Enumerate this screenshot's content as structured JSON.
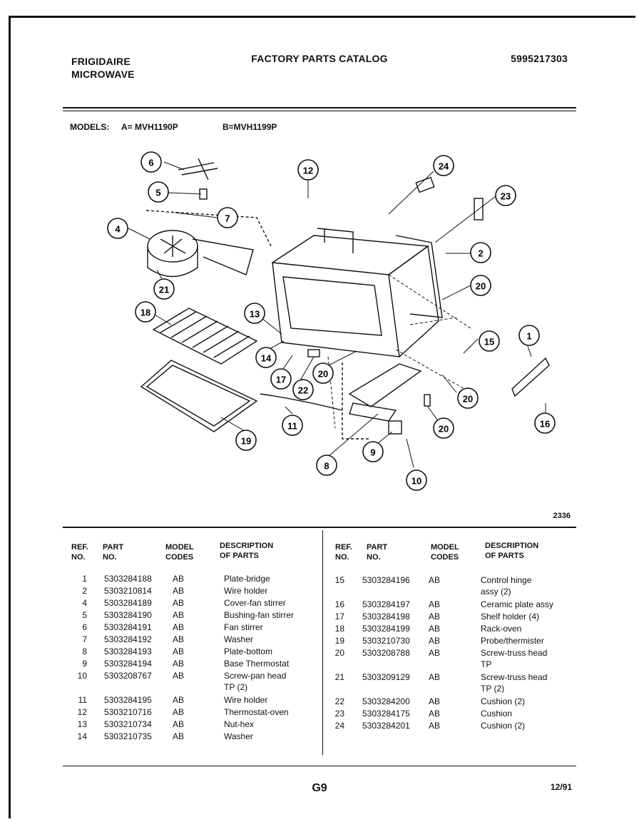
{
  "header": {
    "brand_line1": "FRIGIDAIRE",
    "brand_line2": "MICROWAVE",
    "title": "FACTORY PARTS CATALOG",
    "catalog_number": "5995217303"
  },
  "models": {
    "label": "MODELS:",
    "model_a": "A= MVH1190P",
    "model_b": "B=MVH1199P"
  },
  "diagram": {
    "figure_code": "2336",
    "callouts": [
      "6",
      "5",
      "7",
      "4",
      "21",
      "12",
      "24",
      "23",
      "2",
      "20",
      "18",
      "13",
      "14",
      "17",
      "22",
      "20",
      "15",
      "1",
      "20",
      "16",
      "19",
      "11",
      "20",
      "8",
      "9",
      "10"
    ]
  },
  "table": {
    "headers": {
      "ref": "REF.\nNO.",
      "part": "PART\nNO.",
      "model": "MODEL\nCODES",
      "desc": "DESCRIPTION\nOF PARTS"
    },
    "left_rows": [
      {
        "ref": "1",
        "part": "5303284188",
        "model": "AB",
        "desc": "Plate-bridge"
      },
      {
        "ref": "2",
        "part": "5303210814",
        "model": "AB",
        "desc": "Wire holder"
      },
      {
        "ref": "4",
        "part": "5303284189",
        "model": "AB",
        "desc": "Cover-fan stirrer"
      },
      {
        "ref": "5",
        "part": "5303284190",
        "model": "AB",
        "desc": "Bushing-fan stirrer"
      },
      {
        "ref": "6",
        "part": "5303284191",
        "model": "AB",
        "desc": "Fan stirrer"
      },
      {
        "ref": "7",
        "part": "5303284192",
        "model": "AB",
        "desc": "Washer"
      },
      {
        "ref": "8",
        "part": "5303284193",
        "model": "AB",
        "desc": "Plate-bottom"
      },
      {
        "ref": "9",
        "part": "5303284194",
        "model": "AB",
        "desc": "Base Thermostat"
      },
      {
        "ref": "10",
        "part": "5303208767",
        "model": "AB",
        "desc": "Screw-pan head",
        "desc2": "TP (2)"
      },
      {
        "ref": "11",
        "part": "5303284195",
        "model": "AB",
        "desc": "Wire holder"
      },
      {
        "ref": "12",
        "part": "5303210716",
        "model": "AB",
        "desc": "Thermostat-oven"
      },
      {
        "ref": "13",
        "part": "5303210734",
        "model": "AB",
        "desc": "Nut-hex"
      },
      {
        "ref": "14",
        "part": "5303210735",
        "model": "AB",
        "desc": "Washer"
      }
    ],
    "right_rows": [
      {
        "ref": "15",
        "part": "5303284196",
        "model": "AB",
        "desc": "Control hinge",
        "desc2": "assy (2)"
      },
      {
        "ref": "16",
        "part": "5303284197",
        "model": "AB",
        "desc": "Ceramic plate assy"
      },
      {
        "ref": "17",
        "part": "5303284198",
        "model": "AB",
        "desc": "Shelf holder (4)"
      },
      {
        "ref": "18",
        "part": "5303284199",
        "model": "AB",
        "desc": "Rack-oven"
      },
      {
        "ref": "19",
        "part": "5303210730",
        "model": "AB",
        "desc": "Probe/thermister"
      },
      {
        "ref": "20",
        "part": "5303208788",
        "model": "AB",
        "desc": "Screw-truss head",
        "desc2": "TP"
      },
      {
        "ref": "21",
        "part": "5303209129",
        "model": "AB",
        "desc": "Screw-truss head",
        "desc2": "TP (2)"
      },
      {
        "ref": "22",
        "part": "5303284200",
        "model": "AB",
        "desc": "Cushion (2)"
      },
      {
        "ref": "23",
        "part": "5303284175",
        "model": "AB",
        "desc": "Cushion"
      },
      {
        "ref": "24",
        "part": "5303284201",
        "model": "AB",
        "desc": "Cushion (2)"
      }
    ]
  },
  "footer": {
    "page": "G9",
    "date": "12/91"
  }
}
